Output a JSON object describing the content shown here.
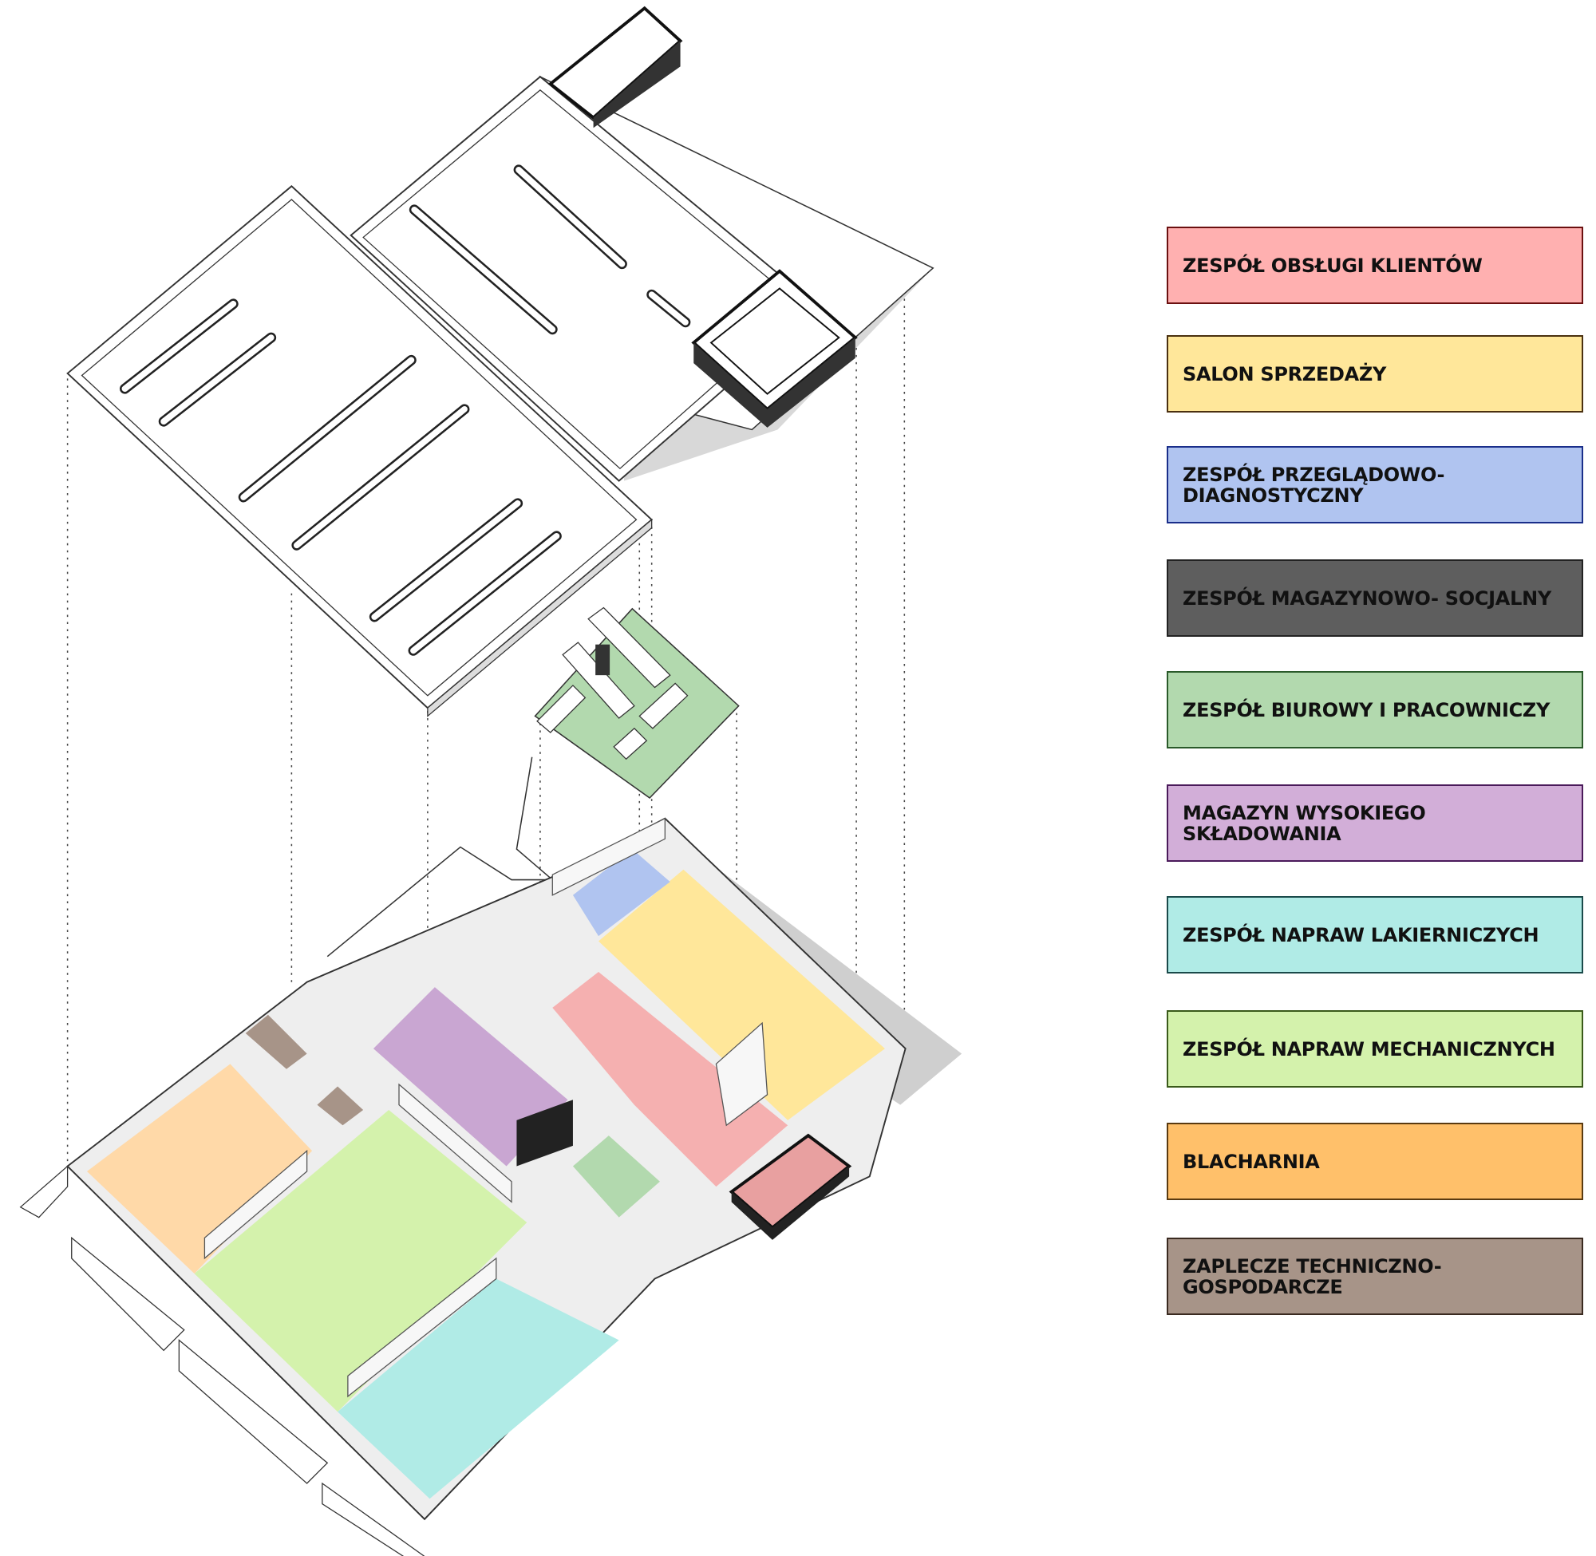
{
  "legend": [
    {
      "label": "ZESPÓŁ OBSŁUGI KLIENTÓW",
      "color": "#ffb0b0",
      "border": "#6b1010"
    },
    {
      "label": "SALON SPRZEDAŻY",
      "color": "#ffe79a",
      "border": "#4a3010"
    },
    {
      "label": "ZESPÓŁ PRZEGLĄDOWO-\nDIAGNOSTYCZNY",
      "color": "#b0c4f0",
      "border": "#1a2e8a"
    },
    {
      "label": "ZESPÓŁ MAGAZYNOWO- SOCJALNY",
      "color": "#5e5e5e",
      "border": "#222222"
    },
    {
      "label": "ZESPÓŁ BIUROWY I PRACOWNICZY",
      "color": "#b2d9ae",
      "border": "#2a5a2a"
    },
    {
      "label": "MAGAZYN WYSOKIEGO\nSKŁADOWANIA",
      "color": "#d2aed8",
      "border": "#4a1a5a"
    },
    {
      "label": "ZESPÓŁ NAPRAW LAKIERNICZYCH",
      "color": "#b0ebe6",
      "border": "#1a4a4a"
    },
    {
      "label": "ZESPÓŁ NAPRAW MECHANICZNYCH",
      "color": "#d4f2ac",
      "border": "#3a5a1a"
    },
    {
      "label": "BLACHARNIA",
      "color": "#ffc06a",
      "border": "#5a3a10"
    },
    {
      "label": "ZAPLECZE TECHNICZNO-\nGOSPODARCZE",
      "color": "#a79488",
      "border": "#3a2a20"
    }
  ]
}
